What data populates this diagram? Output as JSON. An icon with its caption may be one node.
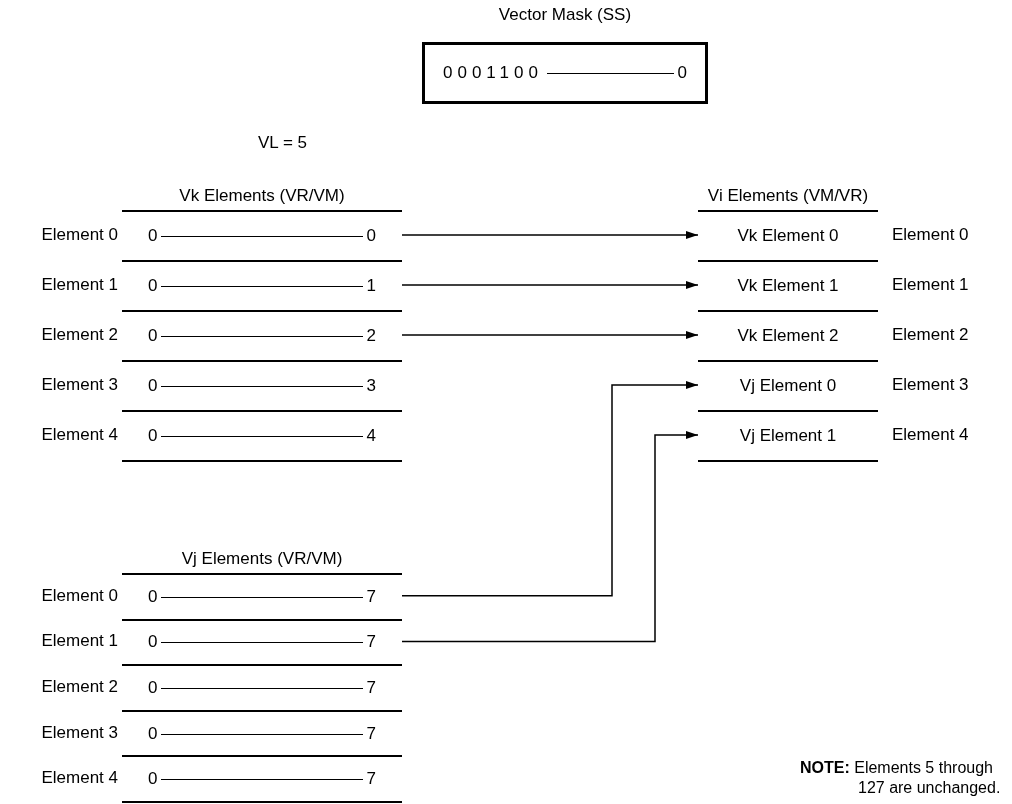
{
  "diagram": {
    "nodes": [
      {
        "text": [
          "Vector Mask (SS)",
          "0001100",
          "0"
        ]
      },
      {
        "text": [
          "Vk Elements (VR/VM)"
        ]
      },
      {
        "text": [
          "0",
          "0"
        ],
        "in": 1,
        "beside": [
          "Element 0"
        ]
      },
      {
        "text": [
          "0",
          "1"
        ],
        "in": 1,
        "beside": [
          "Element 1"
        ]
      },
      {
        "text": [
          "0",
          "2"
        ],
        "in": 1,
        "beside": [
          "Element 2"
        ]
      },
      {
        "text": [
          "0",
          "3"
        ],
        "in": 1,
        "beside": [
          "Element 3"
        ]
      },
      {
        "text": [
          "0",
          "4"
        ],
        "in": 1,
        "beside": [
          "Element 4"
        ]
      },
      {
        "text": [
          "Vi Elements (VM/VR)"
        ]
      },
      {
        "text": [
          "Vk Element 0"
        ],
        "in": 7,
        "beside": [
          "Element 0"
        ]
      },
      {
        "text": [
          "Vk Element 1"
        ],
        "in": 7,
        "beside": [
          "Element 1"
        ]
      },
      {
        "text": [
          "Vk Element 2"
        ],
        "in": 7,
        "beside": [
          "Element 2"
        ]
      },
      {
        "text": [
          "Vj Element 0"
        ],
        "in": 7,
        "beside": [
          "Element 3"
        ]
      },
      {
        "text": [
          "Vj Element 1"
        ],
        "in": 7,
        "beside": [
          "Element 4"
        ]
      },
      {
        "text": [
          "Vj Elements (VR/VM)"
        ]
      },
      {
        "text": [
          "0",
          "7"
        ],
        "in": 13,
        "beside": [
          "Element 0"
        ]
      },
      {
        "text": [
          "0",
          "7"
        ],
        "in": 13,
        "beside": [
          "Element 1"
        ]
      },
      {
        "text": [
          "0",
          "7"
        ],
        "in": 13,
        "beside": [
          "Element 2"
        ]
      },
      {
        "text": [
          "0",
          "7"
        ],
        "in": 13,
        "beside": [
          "Element 3"
        ]
      },
      {
        "text": [
          "0",
          "7"
        ],
        "in": 13,
        "beside": [
          "Element 4"
        ]
      }
    ],
    "edges": [
      {
        "from": 2,
        "to": 8,
        "arrow": "to"
      },
      {
        "from": 3,
        "to": 9,
        "arrow": "to"
      },
      {
        "from": 4,
        "to": 10,
        "arrow": "to"
      },
      {
        "from": 14,
        "to": 11,
        "arrow": "to"
      },
      {
        "from": 15,
        "to": 12,
        "arrow": "to"
      }
    ],
    "labels": [
      "VL = 5",
      "**NOTE:** Elements 5 through 127 are unchanged."
    ]
  }
}
